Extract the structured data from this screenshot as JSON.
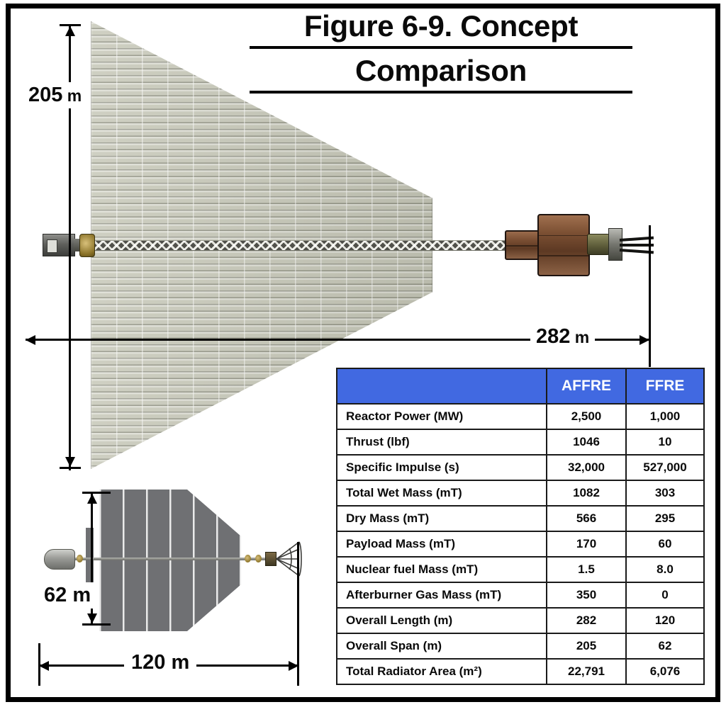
{
  "figure": {
    "title_line1": "Figure 6-9. Concept",
    "title_line2": "Comparison"
  },
  "affre_vehicle": {
    "span_label": "205",
    "span_unit": " m",
    "length_label": "282",
    "length_unit": " m"
  },
  "ffre_vehicle": {
    "span_label": "62 m",
    "length_label": "120 m"
  },
  "table": {
    "headers": [
      "",
      "AFFRE",
      "FFRE"
    ],
    "rows": [
      {
        "label": "Reactor Power (MW)",
        "affre": "2,500",
        "ffre": "1,000"
      },
      {
        "label": "Thrust (lbf)",
        "affre": "1046",
        "ffre": "10"
      },
      {
        "label": "Specific Impulse (s)",
        "affre": "32,000",
        "ffre": "527,000"
      },
      {
        "label": "Total Wet Mass (mT)",
        "affre": "1082",
        "ffre": "303"
      },
      {
        "label": "Dry Mass (mT)",
        "affre": "566",
        "ffre": "295"
      },
      {
        "label": "Payload Mass (mT)",
        "affre": "170",
        "ffre": "60"
      },
      {
        "label": "Nuclear fuel Mass (mT)",
        "affre": "1.5",
        "ffre": "8.0"
      },
      {
        "label": "Afterburner Gas Mass (mT)",
        "affre": "350",
        "ffre": "0"
      },
      {
        "label": "Overall Length (m)",
        "affre": "282",
        "ffre": "120"
      },
      {
        "label": "Overall Span (m)",
        "affre": "205",
        "ffre": "62"
      },
      {
        "label": "Total Radiator Area (m²)",
        "affre": "22,791",
        "ffre": "6,076"
      }
    ]
  },
  "colors": {
    "header_blue": "#4169e1",
    "frame_black": "#000000",
    "affre_radiator": "#c8c9ba",
    "ffre_radiator": "#6f7073",
    "tank_copper": "#7d5134"
  }
}
